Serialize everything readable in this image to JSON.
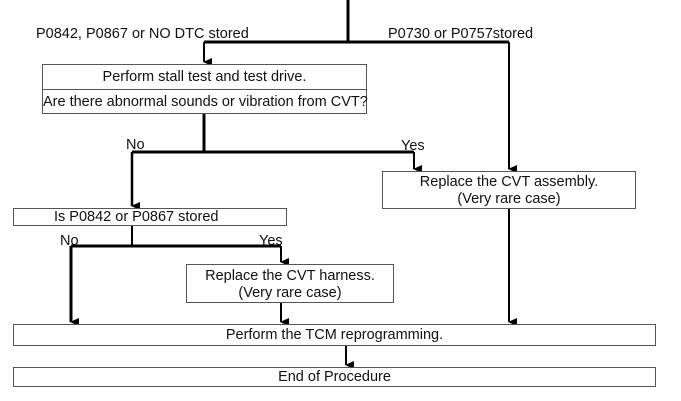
{
  "labels": {
    "left_branch": "P0842, P0867 or NO DTC stored",
    "right_branch": "P0730 or P0757stored",
    "no_1": "No",
    "yes_1": "Yes",
    "no_2": "No",
    "yes_2": "Yes"
  },
  "boxes": {
    "stall_test": {
      "line1": "Perform stall test and test drive.",
      "line2": "Are there abnormal sounds or vibration from CVT?"
    },
    "replace_assembly": {
      "line1": "Replace the CVT assembly.",
      "line2": "(Very rare case)"
    },
    "dtc_check": {
      "line1": "Is P0842 or P0867 stored"
    },
    "replace_harness": {
      "line1": "Replace the CVT harness.",
      "line2": "(Very rare case)"
    },
    "tcm_reprogram": {
      "line1": "Perform the TCM reprogramming."
    },
    "end": {
      "line1": "End of Procedure"
    }
  }
}
